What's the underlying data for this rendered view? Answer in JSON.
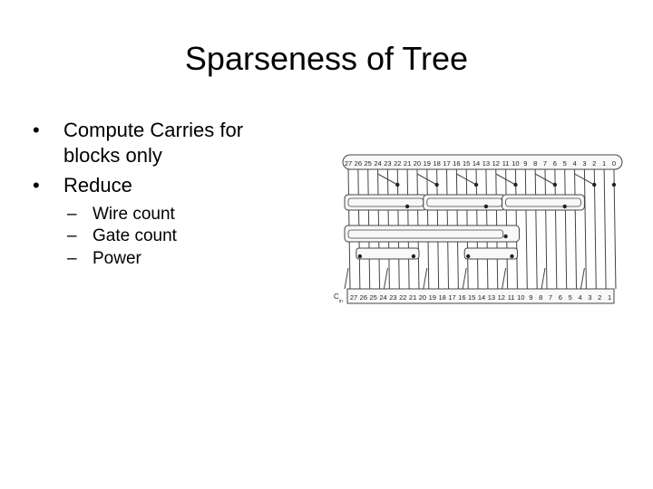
{
  "slide": {
    "title": "Sparseness of Tree",
    "bullets": [
      {
        "marker": "•",
        "text": "Compute Carries for blocks only"
      },
      {
        "marker": "•",
        "text": "Reduce"
      }
    ],
    "sub_bullets": [
      {
        "marker": "–",
        "text": " Wire count"
      },
      {
        "marker": "–",
        "text": "Gate count"
      },
      {
        "marker": "–",
        "text": "Power"
      }
    ]
  },
  "diagram": {
    "top_labels": [
      "27",
      "26",
      "25",
      "24",
      "23",
      "22",
      "21",
      "20",
      "19",
      "18",
      "17",
      "16",
      "15",
      "14",
      "13",
      "12",
      "11",
      "10",
      "9",
      "8",
      "7",
      "6",
      "5",
      "4",
      "3",
      "2",
      "1",
      "0"
    ],
    "bottom_labels": [
      "27",
      "26",
      "25",
      "24",
      "23",
      "22",
      "21",
      "20",
      "19",
      "18",
      "17",
      "16",
      "15",
      "14",
      "13",
      "12",
      "11",
      "10",
      "9",
      "8",
      "7",
      "6",
      "5",
      "4",
      "3",
      "2",
      "1"
    ],
    "carry_label": "C",
    "carry_subscript": "in",
    "line_color": "#444444",
    "box_color": "#f8f8f8"
  }
}
